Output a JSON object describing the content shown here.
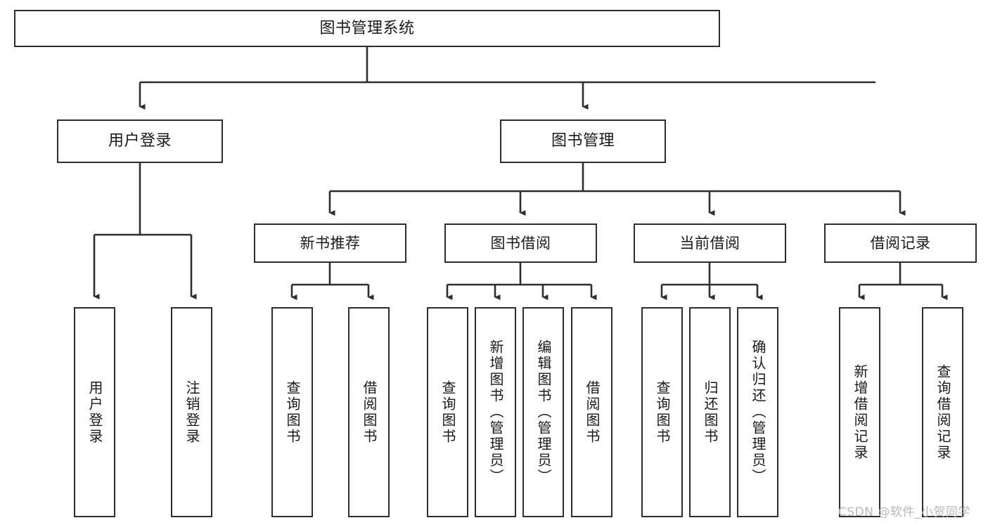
{
  "diagram": {
    "title": "图书管理系统",
    "type": "hierarchy-tree",
    "colors": {
      "box_border": "#2e2e2e",
      "box_fill": "#ffffff",
      "connector": "#2e2e2e",
      "text": "#1a1a1a",
      "watermark": "#b9b9b9",
      "background": "#ffffff"
    },
    "root": {
      "label": "图书管理系统"
    },
    "level2": [
      {
        "label": "用户登录"
      },
      {
        "label": "图书管理"
      }
    ],
    "level3": [
      {
        "label": "新书推荐"
      },
      {
        "label": "图书借阅"
      },
      {
        "label": "当前借阅"
      },
      {
        "label": "借阅记录"
      }
    ],
    "leaves": {
      "user_login": [
        {
          "label": "用户登录"
        },
        {
          "label": "注销登录"
        }
      ],
      "new_book_recommend": [
        {
          "label": "查询图书"
        },
        {
          "label": "借阅图书"
        }
      ],
      "book_borrow": [
        {
          "label": "查询图书"
        },
        {
          "label": "新增图书（管理员）"
        },
        {
          "label": "编辑图书（管理员）"
        },
        {
          "label": "借阅图书"
        }
      ],
      "current_borrow": [
        {
          "label": "查询图书"
        },
        {
          "label": "归还图书"
        },
        {
          "label": "确认归还（管理员）"
        }
      ],
      "borrow_records": [
        {
          "label": "新增借阅记录"
        },
        {
          "label": "查询借阅记录"
        }
      ]
    }
  },
  "watermark": {
    "text": "CSDN @软件_小贺同学"
  }
}
